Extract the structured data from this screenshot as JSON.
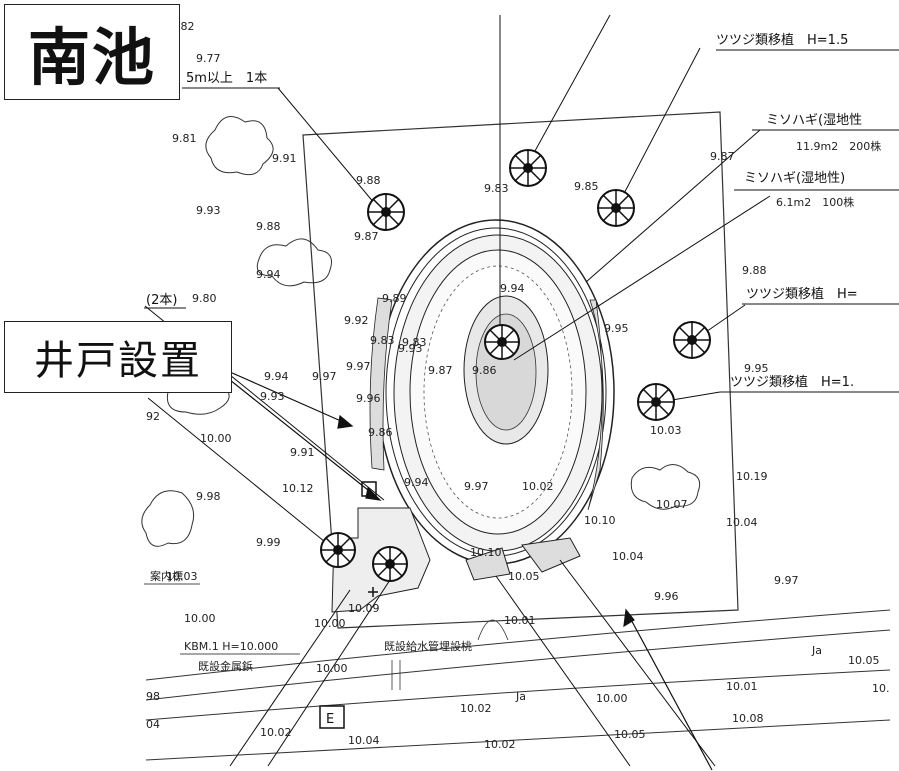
{
  "title": "南池",
  "well_callout": "井戸設置",
  "plant_labels": {
    "azalea_top": "ツツジ類移植　H=1.5",
    "misohagi_1": "ミソハギ(湿地性",
    "misohagi_1_qty": "11.9m2　200株",
    "misohagi_2": "ミソハギ(湿地性)",
    "misohagi_2_qty": "6.1m2　100株",
    "azalea_mid": "ツツジ類移植　H=",
    "azalea_low": "ツツジ類移植　H=1.",
    "tree_top_left": "5m以上　1本",
    "two_trees": "(2本)"
  },
  "other_labels": {
    "sign": "案内標",
    "kbm": "KBM.1 H=10.000",
    "metal_marker": "既設金属鋲",
    "water_pipe": "既設給水管埋設桃",
    "ja_1": "Ja",
    "ja_2": "Ja",
    "e_marker": "E"
  },
  "spot_elevations": [
    "9.77",
    "9.81",
    "9.91",
    "9.88",
    "9.83",
    "9.85",
    "9.87",
    "9.93",
    "9.88",
    "9.87",
    "9.94",
    "9.80",
    "9.89",
    "9.83",
    "9.92",
    "9.93",
    "9.94",
    "9.97",
    "9.97",
    "9.94",
    "9.83",
    "9.87",
    "9.86",
    "9.95",
    "9.88",
    "9.91",
    "9.95",
    "9.93",
    "9.96",
    "9.86",
    "10.00",
    "9.98",
    "10.12",
    "9.94",
    "9.97",
    "10.02",
    "10.03",
    "10.19",
    "9.99",
    "10.03",
    "10.10",
    "10.07",
    "10.04",
    "10.04",
    "10.10",
    "10.05",
    "9.97",
    "9.96",
    "10.00",
    "10.09",
    "10.00",
    "10.01",
    "10.00",
    "10.02",
    "10.00",
    "10.01",
    "10.05",
    "10.08",
    "10.02",
    "10.05",
    "10.04",
    "10.02",
    "10.",
    "92",
    "98",
    "04",
    "9.82"
  ]
}
